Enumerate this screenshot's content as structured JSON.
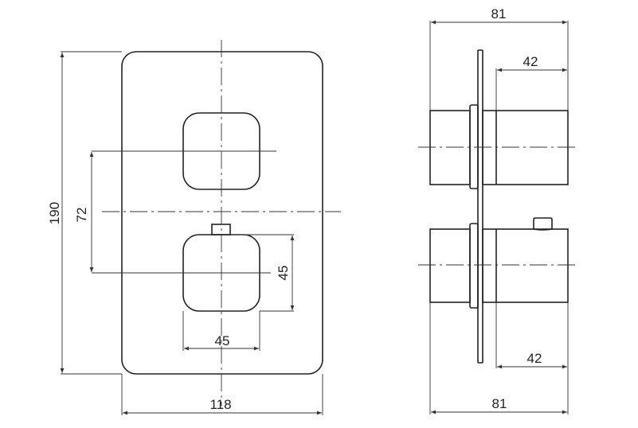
{
  "drawing": {
    "front_view": {
      "height_dim": "190",
      "center_distance_dim": "72",
      "knob_height_dim": "45",
      "knob_width_dim": "45",
      "plate_width_dim": "118"
    },
    "side_view": {
      "top_total_depth_dim": "81",
      "top_knob_depth_dim": "42",
      "bottom_knob_depth_dim": "42",
      "bottom_total_depth_dim": "81"
    },
    "colors": {
      "line": "#222222",
      "background": "#ffffff"
    }
  }
}
